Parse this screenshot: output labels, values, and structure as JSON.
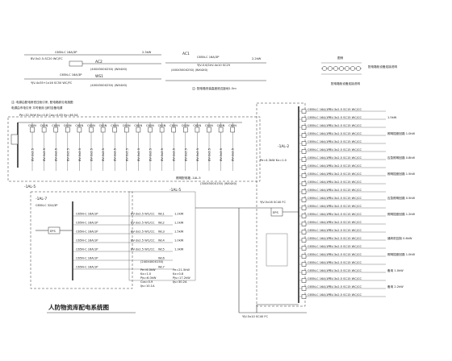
{
  "diagram": {
    "title": "人防物资库配电系统图",
    "top_left": {
      "c1_breaker": "C65N-C 16A/3P",
      "c1_cable": "BV-5x2.5-SC20 WC/FC",
      "c1_power": "2.3kW",
      "ac2_label": "AC2",
      "ac2_size": "(400X500X250) (WX4X0)",
      "ws1_label": "WS1",
      "ws1_size": "(400X500X250) (WX4X0)",
      "c2_breaker": "C65N-C 16A/3P",
      "c2_cable": "YJV-4x35+1x16 SC50 WC/FC",
      "note1": "注: 电源由配电房低压柜引来, 配电箱参见电施图",
      "note2": "电源由市电引来 平时使用 战时自备电源"
    },
    "top_mid": {
      "ac1_label": "AC1",
      "ac1_size": "(400X500X250) (WX4X0)",
      "breaker": "C65N-C 16A/3P",
      "cable": "YJV-0.6/1kV-4x10 SC25",
      "power": "2.2kW",
      "note": "注: 配电箱安装高度底边距地1.5m"
    },
    "legend": {
      "title": "图例",
      "caption": "配电箱柜设备连接说明"
    },
    "panel_1al5": {
      "label": "-1AL-5",
      "feeder": "Pe=32.5kW Kx=0.8 Cos=0.85 Ijs=46.5A",
      "breaker": "C65N",
      "cable": "BV-3x2.5",
      "box_caption": "照明配电箱 -1AL-5",
      "box_size": "(300X500X150) (WX4X0)",
      "circuit_count": 18
    },
    "panel_1al7": {
      "label": "-1AL-7",
      "sub_label": "-1AL-5",
      "incoming": "C65N-C 32A/3P",
      "eps_label": "EPS",
      "loads": [
        {
          "breaker": "C65N-C 16A/1P",
          "cable": "BV-3x2.5 WC/CC",
          "circuit": "WL1",
          "power": "1.2kW"
        },
        {
          "breaker": "C65N-C 16A/1P",
          "cable": "BV-3x2.5 WC/CC",
          "circuit": "WL2",
          "power": "1.2kW"
        },
        {
          "breaker": "C65N-C 16A/1P",
          "cable": "BV-3x2.5 WC/CC",
          "circuit": "WL3",
          "power": "1.5kW"
        },
        {
          "breaker": "C65N-C 16A/1P",
          "cable": "BV-3x2.5 WC/CC",
          "circuit": "WL4",
          "power": "1.0kW"
        },
        {
          "breaker": "C65N-C 16A/1P",
          "cable": "BV-3x2.5 WC/CC",
          "circuit": "WL5",
          "power": "1.3kW"
        },
        {
          "breaker": "C65N-C 16A/1P",
          "cable": "",
          "circuit": "WL6",
          "power": ""
        },
        {
          "breaker": "C65N-C 16A/1P",
          "cable": "",
          "circuit": "WL7",
          "power": ""
        }
      ],
      "calc": [
        "Pe=6.0kW",
        "Kx=1.0",
        "Pjs=6.0kW",
        "Cos=0.9",
        "Ijs=10.1A"
      ],
      "calc_right": [
        "Pe=21.5kW",
        "Kx=0.8",
        "Pjs=17.2kW",
        "Ijs=30.2A"
      ],
      "box_size": "(240X400X150)"
    },
    "panel_1al2": {
      "label": "-1AL-2",
      "feeder_calc": "Pe=4.3kW Kx=1.0",
      "eps_label": "EPS",
      "feeder_cable": "YJV-5x16 SC40 FC",
      "bottom_cable": "YJV-5x10 SC40 FC",
      "row_breaker": "C65N-C 16A/1P",
      "row_cable": "BV-3x2.5 SC15 WC/CC",
      "row_count": 24,
      "annotations": [
        {
          "row": 1,
          "text": "1.5kW"
        },
        {
          "row": 3,
          "text": "照明插座回路 1.0kW"
        },
        {
          "row": 6,
          "text": "应急照明回路 0.8kW"
        },
        {
          "row": 8,
          "text": "照明插座回路 1.5kW"
        },
        {
          "row": 11,
          "text": "应急照明回路 0.5kW"
        },
        {
          "row": 13,
          "text": "照明插座回路 1.2kW"
        },
        {
          "row": 16,
          "text": "通风机控制 0.6kW"
        },
        {
          "row": 18,
          "text": "照明插座回路 1.0kW"
        },
        {
          "row": 20,
          "text": "备用 1.0kW"
        },
        {
          "row": 22,
          "text": "备用 2.2kW"
        }
      ]
    }
  }
}
